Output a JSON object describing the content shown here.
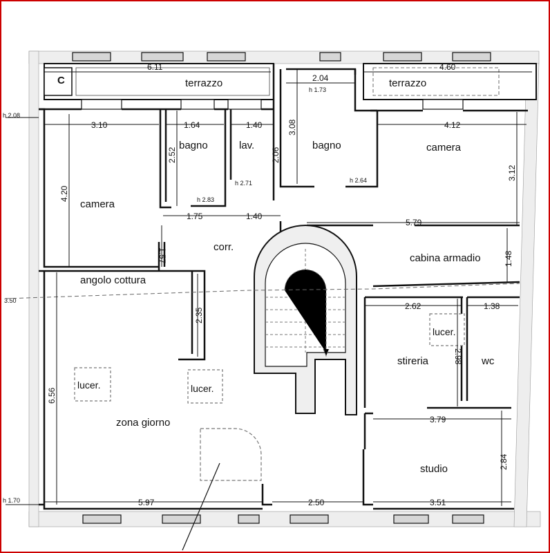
{
  "rooms": {
    "terrazzo_left": "terrazzo",
    "terrazzo_right": "terrazzo",
    "camera_left": "camera",
    "camera_right": "camera",
    "bagno_1": "bagno",
    "bagno_2": "bagno",
    "lavanderia": "lav.",
    "corridoio": "corr.",
    "cabina_armadio": "cabina armadio",
    "angolo_cottura": "angolo cottura",
    "stireria": "stireria",
    "wc": "wc",
    "zona_giorno": "zona giorno",
    "studio": "studio"
  },
  "skylights": [
    "lucer.",
    "lucer.",
    "lucer."
  ],
  "marker": "C",
  "heights": {
    "h_208": "h 2.08",
    "h_173": "h 1.73",
    "h_271": "h 2.71",
    "h_283": "h 2.83",
    "h_264": "h 2.64",
    "h_350": "3.50",
    "h_170": "h 1.70"
  },
  "dimensions": {
    "terrazzo_left_w": "6.11",
    "top_mid_w": "2.04",
    "terrazzo_right_w": "4.60",
    "camera_left_w": "3.10",
    "bagno_w": "1.64",
    "lav_w": "1.40",
    "camera_right_w": "4.12",
    "camera_left_h": "4.20",
    "bagno_h": "2.52",
    "lav_h": "2.06",
    "bagno2_h": "3.08",
    "camera_right_h": "3.12",
    "corr_w1": "1.75",
    "corr_w2": "1.40",
    "cabina_w": "5.79",
    "corr_h": "1.57",
    "cabina_h": "1.48",
    "cottura_h": "2.35",
    "stireria_w": "2.62",
    "wc_w": "1.38",
    "stireria_h": "2.98",
    "zona_h": "6.56",
    "studio_w": "3.79",
    "studio_h": "2.84",
    "bottom_w1": "5.97",
    "bottom_w2": "2.50",
    "bottom_w3": "3.51"
  }
}
